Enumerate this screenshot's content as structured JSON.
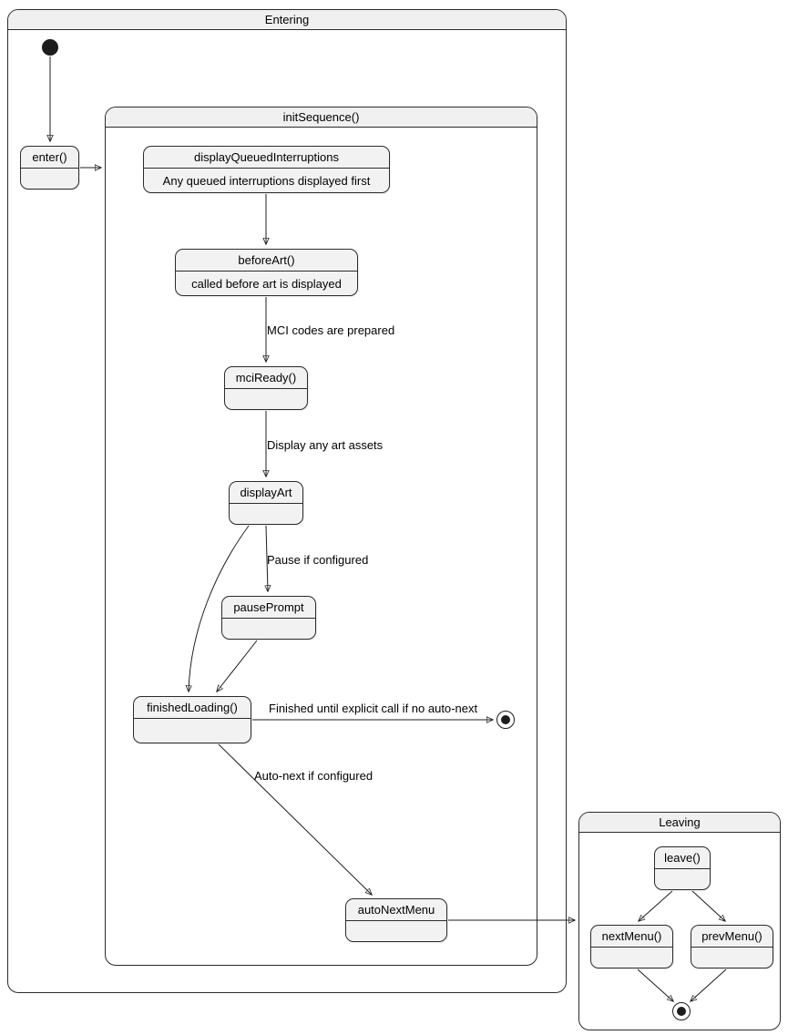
{
  "diagram": {
    "type": "uml-state-diagram",
    "colors": {
      "background": "#ffffff",
      "state_fill": "#f2f2f2",
      "container_header_fill": "#f0f0f0",
      "border": "#2b2b2b",
      "line": "#1d1d1d"
    },
    "containers": {
      "entering": {
        "title": "Entering"
      },
      "init_sequence": {
        "title": "initSequence()"
      },
      "leaving": {
        "title": "Leaving"
      }
    },
    "states": {
      "enter": {
        "name": "enter()"
      },
      "display_queued": {
        "name": "displayQueuedInterruptions",
        "description": "Any queued interruptions displayed first"
      },
      "before_art": {
        "name": "beforeArt()",
        "description": "called before art is displayed"
      },
      "mci_ready": {
        "name": "mciReady()"
      },
      "display_art": {
        "name": "displayArt"
      },
      "pause_prompt": {
        "name": "pausePrompt"
      },
      "finished_loading": {
        "name": "finishedLoading()"
      },
      "auto_next_menu": {
        "name": "autoNextMenu"
      },
      "leave": {
        "name": "leave()"
      },
      "next_menu": {
        "name": "nextMenu()"
      },
      "prev_menu": {
        "name": "prevMenu()"
      }
    },
    "pseudostates": {
      "initial_entering": "initial-state",
      "final_init_sequence": "final-state",
      "final_leaving": "final-state"
    },
    "transitions": [
      {
        "from": "initial",
        "to": "enter()",
        "label": ""
      },
      {
        "from": "enter()",
        "to": "initSequence()",
        "label": ""
      },
      {
        "from": "displayQueuedInterruptions",
        "to": "beforeArt()",
        "label": ""
      },
      {
        "from": "beforeArt()",
        "to": "mciReady()",
        "label": "MCI codes are prepared"
      },
      {
        "from": "mciReady()",
        "to": "displayArt",
        "label": "Display any art assets"
      },
      {
        "from": "displayArt",
        "to": "pausePrompt",
        "label": "Pause if configured"
      },
      {
        "from": "displayArt",
        "to": "finishedLoading()",
        "label": ""
      },
      {
        "from": "pausePrompt",
        "to": "finishedLoading()",
        "label": ""
      },
      {
        "from": "finishedLoading()",
        "to": "final",
        "label": "Finished until explicit call if no auto-next"
      },
      {
        "from": "finishedLoading()",
        "to": "autoNextMenu",
        "label": "Auto-next if configured"
      },
      {
        "from": "autoNextMenu",
        "to": "Leaving",
        "label": ""
      },
      {
        "from": "leave()",
        "to": "nextMenu()",
        "label": ""
      },
      {
        "from": "leave()",
        "to": "prevMenu()",
        "label": ""
      },
      {
        "from": "nextMenu()",
        "to": "final",
        "label": ""
      },
      {
        "from": "prevMenu()",
        "to": "final",
        "label": ""
      }
    ]
  }
}
